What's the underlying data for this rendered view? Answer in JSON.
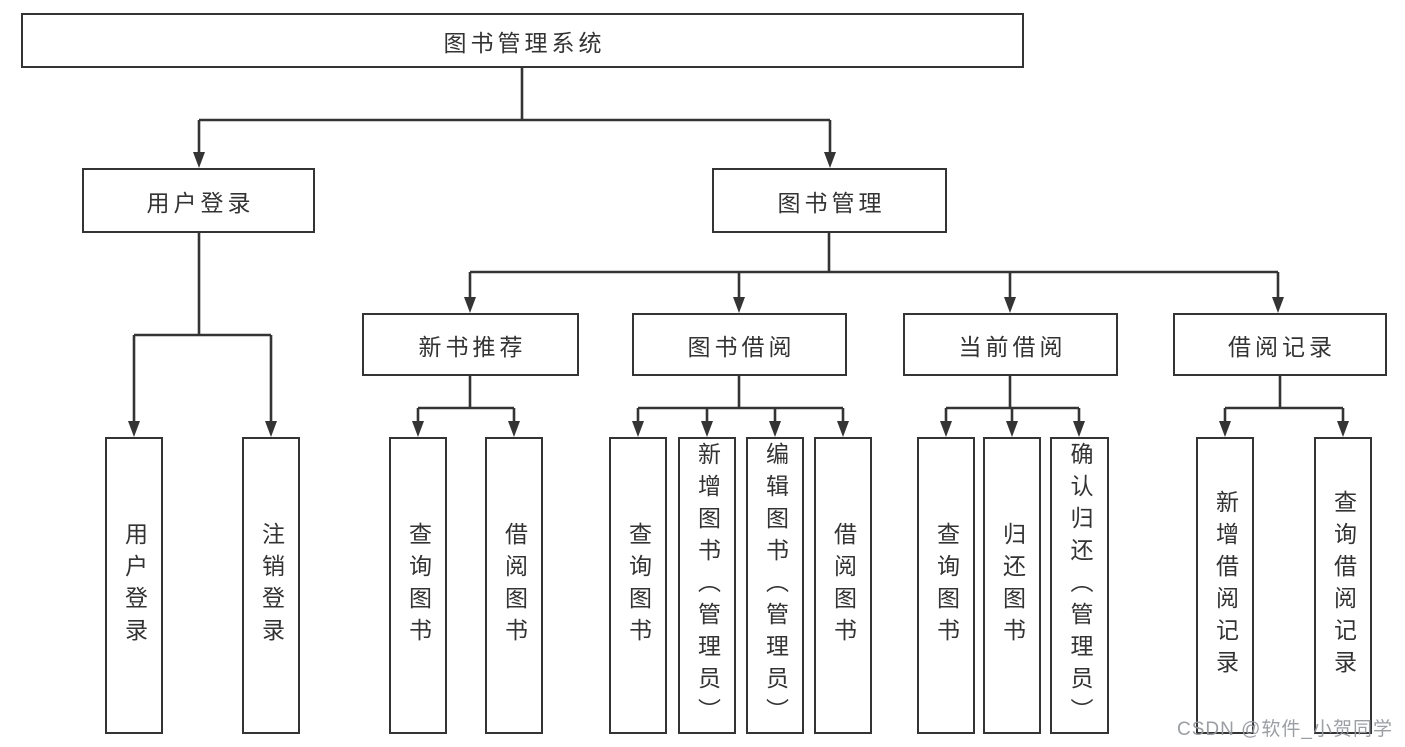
{
  "diagram": {
    "root": {
      "label": "图书管理系统"
    },
    "branches": [
      {
        "label": "用户登录",
        "children": [
          {
            "label": "用户登录"
          },
          {
            "label": "注销登录"
          }
        ]
      },
      {
        "label": "图书管理",
        "children": [
          {
            "label": "新书推荐",
            "children": [
              {
                "label": "查询图书"
              },
              {
                "label": "借阅图书"
              }
            ]
          },
          {
            "label": "图书借阅",
            "children": [
              {
                "label": "查询图书"
              },
              {
                "label": "新增图书（管理员）"
              },
              {
                "label": "编辑图书（管理员）"
              },
              {
                "label": "借阅图书"
              }
            ]
          },
          {
            "label": "当前借阅",
            "children": [
              {
                "label": "查询图书"
              },
              {
                "label": "归还图书"
              },
              {
                "label": "确认归还（管理员）"
              }
            ]
          },
          {
            "label": "借阅记录",
            "children": [
              {
                "label": "新增借阅记录"
              },
              {
                "label": "查询借阅记录"
              }
            ]
          }
        ]
      }
    ],
    "watermark": "CSDN @软件_小贺同学",
    "colors": {
      "line": "#343434",
      "box_border": "#343434",
      "text": "#333333",
      "watermark": "#96999e",
      "background": "#ffffff"
    }
  }
}
